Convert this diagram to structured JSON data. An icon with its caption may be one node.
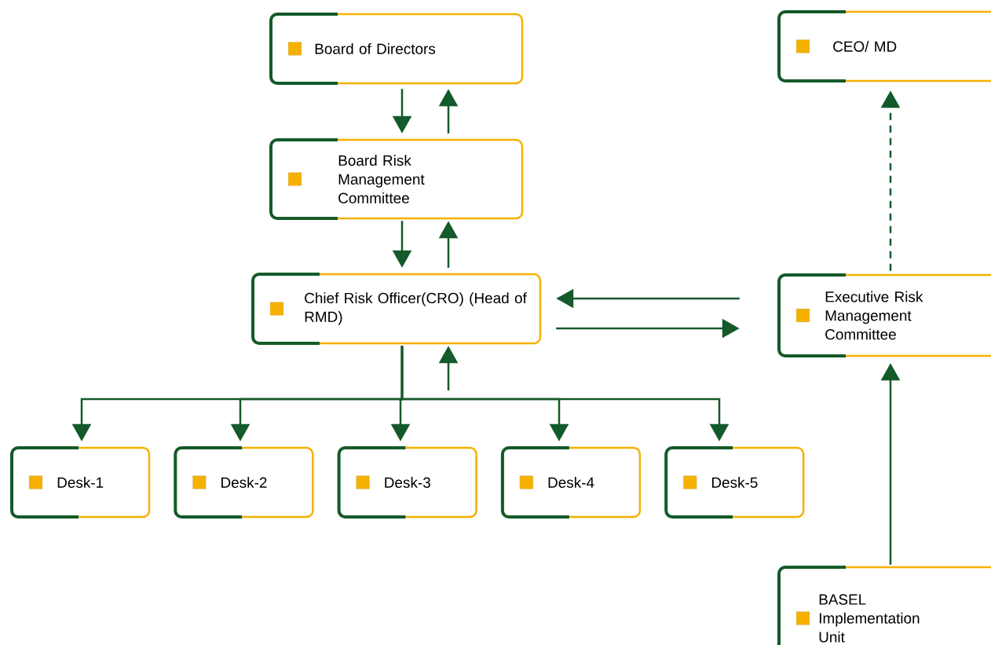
{
  "diagram": {
    "nodes": [
      {
        "text": [
          "Board of Directors"
        ]
      },
      {
        "text": [
          "CEO/ MD"
        ]
      },
      {
        "text": [
          "Board Risk Management Committee"
        ]
      },
      {
        "text": [
          "Chief Risk Officer(CRO) (Head of RMD)"
        ]
      },
      {
        "text": [
          "Executive Risk Management Committee"
        ]
      },
      {
        "text": [
          "Desk-1"
        ]
      },
      {
        "text": [
          "Desk-2"
        ]
      },
      {
        "text": [
          "Desk-3"
        ]
      },
      {
        "text": [
          "Desk-4"
        ]
      },
      {
        "text": [
          "Desk-5"
        ]
      },
      {
        "text": [
          "BASEL Implementation Unit"
        ]
      }
    ],
    "edges": [
      {
        "from": 0,
        "to": 2,
        "arrow": "to"
      },
      {
        "from": 2,
        "to": 0,
        "arrow": "to"
      },
      {
        "from": 2,
        "to": 3,
        "arrow": "to"
      },
      {
        "from": 3,
        "to": 2,
        "arrow": "to"
      },
      {
        "from": 4,
        "to": 3,
        "arrow": "to"
      },
      {
        "from": 3,
        "to": 4,
        "arrow": "to"
      },
      {
        "from": 4,
        "to": 1,
        "arrow": "to",
        "style": "dashed"
      },
      {
        "from": 10,
        "to": 4,
        "arrow": "to"
      },
      {
        "from": 3,
        "to": 5,
        "arrow": "to"
      },
      {
        "from": 3,
        "to": 6,
        "arrow": "to"
      },
      {
        "from": 3,
        "to": 7,
        "arrow": "to"
      },
      {
        "from": 3,
        "to": 8,
        "arrow": "to"
      },
      {
        "from": 3,
        "to": 9,
        "arrow": "to"
      },
      {
        "from": null,
        "to": 3,
        "arrow": "to"
      }
    ]
  }
}
